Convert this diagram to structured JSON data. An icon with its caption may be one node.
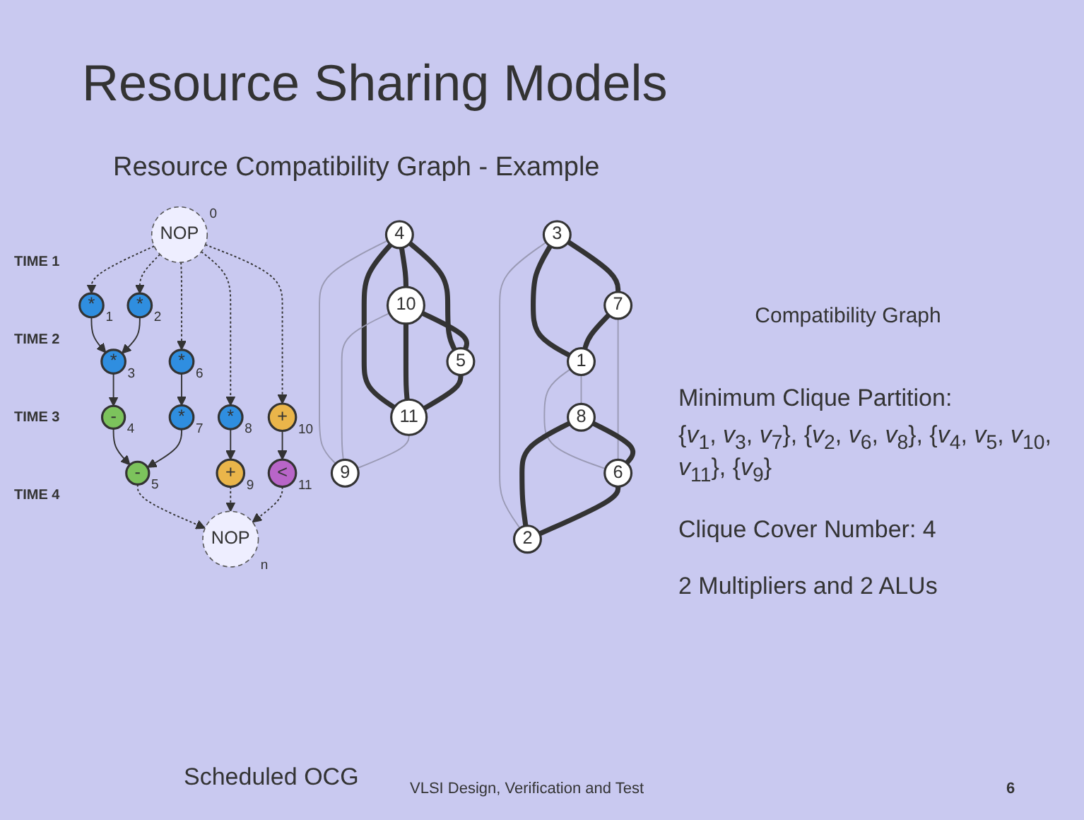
{
  "diagram": {
    "title": "Resource Sharing Models",
    "nodes": [
      {
        "text": [
          "NOP"
        ],
        "beside": [
          "0"
        ]
      },
      {
        "text": [
          "*"
        ],
        "beside": [
          "1"
        ]
      },
      {
        "text": [
          "*"
        ],
        "beside": [
          "2"
        ]
      },
      {
        "text": [
          "+"
        ],
        "beside": [
          "10"
        ]
      },
      {
        "text": [
          "*"
        ],
        "beside": [
          "3"
        ]
      },
      {
        "text": [
          "*"
        ],
        "beside": [
          "6"
        ]
      },
      {
        "text": [
          "<"
        ],
        "beside": [
          "11"
        ]
      },
      {
        "text": [
          "-"
        ],
        "beside": [
          "4"
        ]
      },
      {
        "text": [
          "*"
        ],
        "beside": [
          "7"
        ]
      },
      {
        "text": [
          "*"
        ],
        "beside": [
          "8"
        ]
      },
      {
        "text": [
          "-"
        ],
        "beside": [
          "5"
        ]
      },
      {
        "text": [
          "+"
        ],
        "beside": [
          "9"
        ]
      },
      {
        "text": [
          "NOP"
        ],
        "beside": [
          "n"
        ]
      },
      {
        "text": [
          "9"
        ]
      },
      {
        "text": [
          "3"
        ]
      },
      {
        "text": [
          "1"
        ]
      },
      {
        "text": [
          "8"
        ]
      },
      {
        "text": [
          "4"
        ]
      },
      {
        "text": [
          "10"
        ]
      },
      {
        "text": [
          "7"
        ]
      },
      {
        "text": [
          "6"
        ]
      },
      {
        "text": [
          "2"
        ]
      },
      {
        "text": [
          "5"
        ]
      },
      {
        "text": [
          "11"
        ]
      }
    ],
    "edges": [
      {
        "from": 0,
        "to": 1,
        "arrow": "to",
        "style": "dashed"
      },
      {
        "from": 0,
        "to": 2,
        "arrow": "to",
        "style": "dashed"
      },
      {
        "from": 0,
        "to": 5,
        "arrow": "to",
        "style": "dashed"
      },
      {
        "from": 0,
        "to": 9,
        "arrow": "to",
        "style": "dashed"
      },
      {
        "from": 0,
        "to": 3,
        "arrow": "to",
        "style": "dashed"
      },
      {
        "from": 1,
        "to": 4,
        "arrow": "to"
      },
      {
        "from": 2,
        "to": 4,
        "arrow": "to"
      },
      {
        "from": 3,
        "to": 6,
        "arrow": "to"
      },
      {
        "from": 4,
        "to": 7,
        "arrow": "to"
      },
      {
        "from": 5,
        "to": 8,
        "arrow": "to"
      },
      {
        "from": 7,
        "to": 10,
        "arrow": "to"
      },
      {
        "from": 8,
        "to": 10,
        "arrow": "to"
      },
      {
        "from": 9,
        "to": 11,
        "arrow": "to"
      },
      {
        "from": 10,
        "to": 12,
        "arrow": "to",
        "style": "dashed"
      },
      {
        "from": 11,
        "to": 12,
        "arrow": "to",
        "style": "dashed"
      },
      {
        "from": 6,
        "to": 12,
        "arrow": "to",
        "style": "dashed"
      },
      {
        "from": 14,
        "to": 15,
        "arrow": "none",
        "style": "thick"
      },
      {
        "from": 14,
        "to": 19,
        "arrow": "none",
        "style": "thick"
      },
      {
        "from": 19,
        "to": 15,
        "arrow": "none",
        "style": "thick"
      },
      {
        "from": 15,
        "to": 16,
        "arrow": "none",
        "color": "#9a9ab4"
      },
      {
        "from": 15,
        "to": 20,
        "arrow": "none",
        "color": "#9a9ab4"
      },
      {
        "from": 14,
        "to": 21,
        "arrow": "none",
        "color": "#9a9ab4"
      },
      {
        "from": 19,
        "to": 20,
        "arrow": "none",
        "color": "#9a9ab4"
      },
      {
        "from": 16,
        "to": 20,
        "arrow": "none",
        "style": "thick"
      },
      {
        "from": 16,
        "to": 21,
        "arrow": "none",
        "style": "thick"
      },
      {
        "from": 20,
        "to": 21,
        "arrow": "none",
        "style": "thick"
      },
      {
        "from": 17,
        "to": 18,
        "arrow": "none",
        "style": "thick"
      },
      {
        "from": 17,
        "to": 22,
        "arrow": "none",
        "style": "thick"
      },
      {
        "from": 17,
        "to": 23,
        "arrow": "none",
        "style": "thick"
      },
      {
        "from": 18,
        "to": 22,
        "arrow": "none",
        "style": "thick"
      },
      {
        "from": 18,
        "to": 23,
        "arrow": "none",
        "style": "thick"
      },
      {
        "from": 22,
        "to": 23,
        "arrow": "none",
        "style": "thick"
      },
      {
        "from": 17,
        "to": 13,
        "arrow": "none",
        "color": "#9a9ab4"
      },
      {
        "from": 18,
        "to": 13,
        "arrow": "none",
        "color": "#9a9ab4"
      },
      {
        "from": 23,
        "to": 13,
        "arrow": "none",
        "color": "#9a9ab4"
      }
    ],
    "labels": [
      "Resource Compatibility Graph - Example",
      "TIME 1",
      "TIME 2",
      "TIME 3",
      "TIME 4",
      "Compatibility Graph",
      "Minimum Clique Partition:",
      "{*v*$_{1}$, *v*$_{3}$, *v*$_{7}$}, {*v*$_{2}$, *v*$_{6}$, *v*$_{8}$}, {*v*$_{4}$, *v*$_{5}$, *v*$_{10}$, *v*$_{11}$}, {*v*$_{9}$}",
      "Clique Cover Number: 4",
      "2 Multipliers and 2 ALUs",
      "Scheduled OCG",
      "VLSI Design, Verification and Test",
      "6"
    ]
  }
}
